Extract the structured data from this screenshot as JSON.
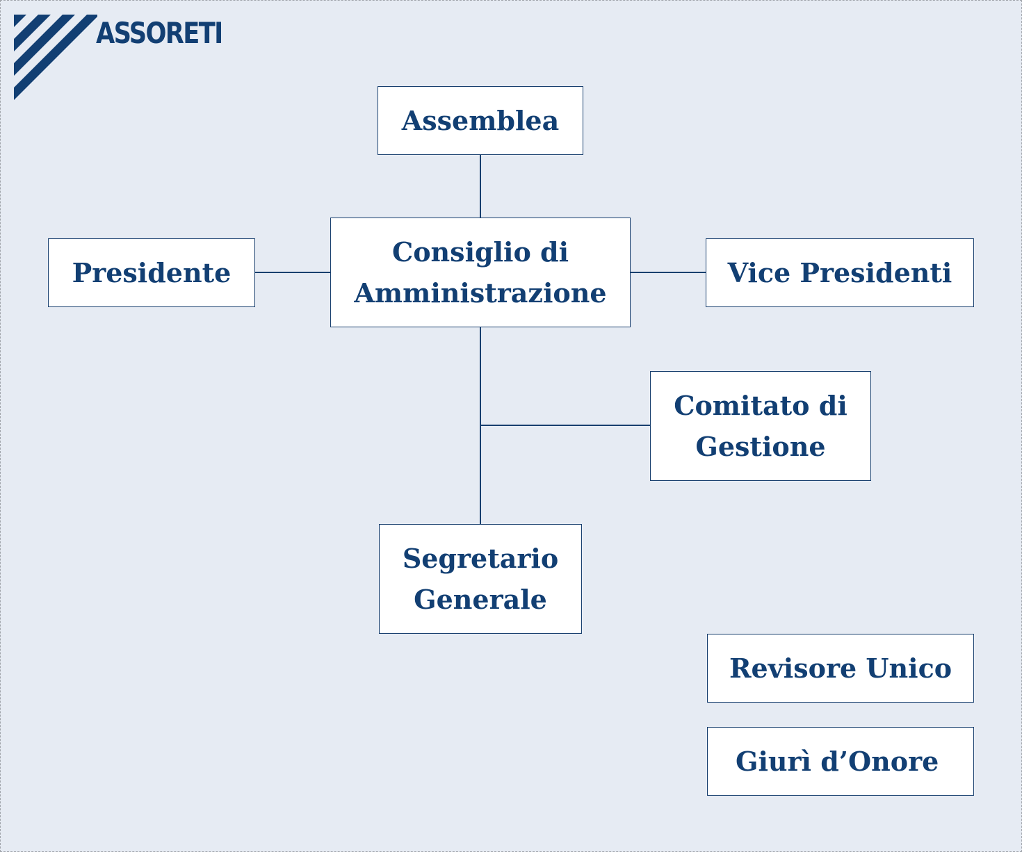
{
  "logo": {
    "text": "ASSORETI"
  },
  "nodes": {
    "assemblea": "Assemblea",
    "consiglio": "Consiglio di\nAmministrazione",
    "presidente": "Presidente",
    "vice_presidenti": "Vice Presidenti",
    "comitato": "Comitato di\nGestione",
    "segretario": "Segretario\nGenerale",
    "revisore": "Revisore Unico",
    "giuri": "Giurì d’Onore"
  },
  "colors": {
    "background": "#e6ebf3",
    "primary": "#123f73",
    "box": "#ffffff"
  }
}
